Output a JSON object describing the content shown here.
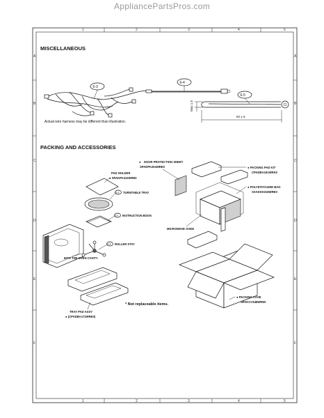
{
  "site_header": "AppliancePartsPros.com",
  "grid": {
    "columns": [
      "1",
      "2",
      "3",
      "4",
      "5"
    ],
    "rows": [
      "A",
      "B",
      "C",
      "D",
      "E",
      "F"
    ]
  },
  "misc": {
    "heading": "MISCELLANEOUS",
    "harness_note": "Actual wire harness may be different than illustration.",
    "callouts": [
      "6-3",
      "6-4",
      "6-5"
    ],
    "dim_height": "Max 1.5",
    "dim_length": "60 ± 5"
  },
  "packing": {
    "heading": "PACKING AND ACCESSORIES",
    "door_protection": {
      "callout": "●",
      "name": "DOOR PROTECTION SHEET",
      "part": "SPADPA204WRE0"
    },
    "pad_holder": {
      "name": "PAD HOLDER",
      "part": "● SPAKPA312WRE0"
    },
    "turntable_tray": {
      "callout": "6-2",
      "name": "TURNTABLE TRAY"
    },
    "instruction_book": {
      "callout": "6-1",
      "name": "INSTRUCTION BOOK"
    },
    "roller_stay": {
      "callout": "6-3",
      "name": "ROLLER STAY"
    },
    "into_cavity": "INTO THE OVEN CAVITY",
    "tray_pad": {
      "name": "TRAY PAD ASSY",
      "part": "● (CPADBA172WRE0)"
    },
    "not_replaceable": "* Not replaceable items.",
    "packing_pad": {
      "name": "● PACKING PAD KIT",
      "part": "CPADBA191WRK0"
    },
    "polyethylene_bag": {
      "name": "● POLYETHYLENE BAG",
      "part": "SSAKHA016WRE0"
    },
    "microwave_oven": "MICROWAVE OVEN",
    "packing_case": {
      "name": "● PACKING CASE",
      "part": "SPAKCC548WRE0"
    }
  }
}
